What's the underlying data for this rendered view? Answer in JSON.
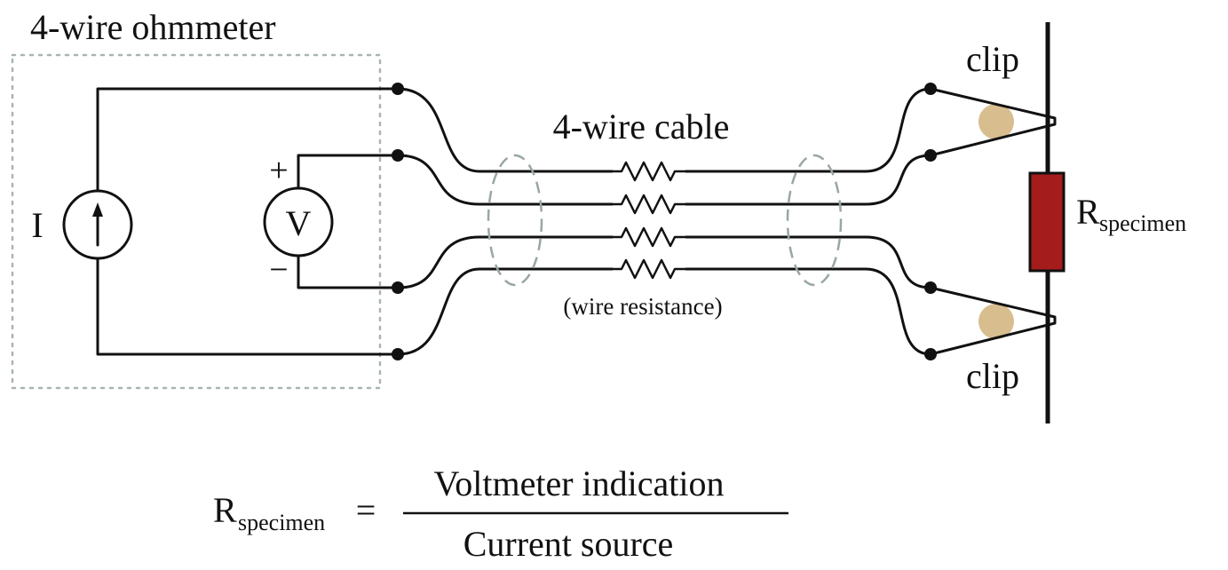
{
  "labels": {
    "title": "4-wire ohmmeter",
    "cable": "4-wire cable",
    "wire_resistance": "(wire resistance)",
    "clip_top": "clip",
    "clip_bottom": "clip",
    "current_source": "I",
    "voltmeter": "V",
    "plus": "+",
    "minus": "−",
    "specimen_main": "R",
    "specimen_sub": "specimen"
  },
  "formula": {
    "lhs_main": "R",
    "lhs_sub": "specimen",
    "equals": "=",
    "numerator": "Voltmeter indication",
    "denominator": "Current source"
  },
  "colors": {
    "wire": "#111111",
    "dashed": "#a9b4b4",
    "ellipse": "#9aa6a6",
    "clip_pad": "#d8bd8f",
    "specimen_fill": "#a51c1c",
    "specimen_stroke": "#111111"
  }
}
